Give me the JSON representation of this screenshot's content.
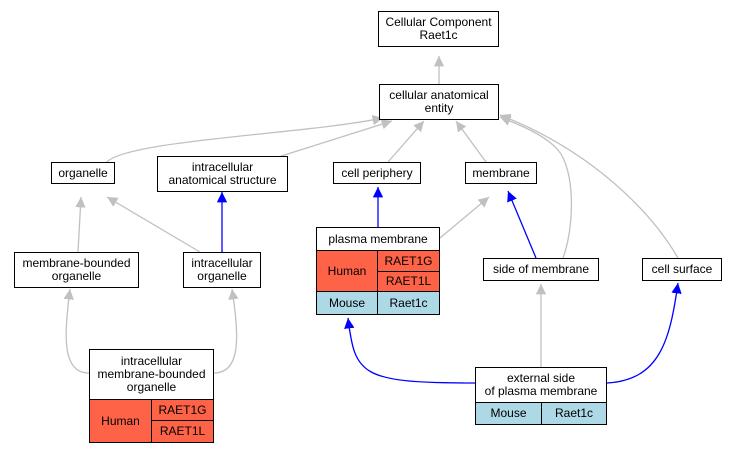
{
  "nodes": {
    "cc_root": "Cellular Component\nRaet1c",
    "anatomical_entity": "cellular anatomical\nentity",
    "organelle": "organelle",
    "intracellular_structure": "intracellular\nanatomical structure",
    "cell_periphery": "cell periphery",
    "membrane": "membrane",
    "membrane_bounded_organelle": "membrane-bounded\norganelle",
    "intracellular_organelle": "intracellular\norganelle",
    "side_of_membrane": "side of membrane",
    "cell_surface": "cell surface"
  },
  "plasma_membrane": {
    "title": "plasma membrane",
    "human_label": "Human",
    "human_genes": [
      "RAET1G",
      "RAET1L"
    ],
    "mouse_label": "Mouse",
    "mouse_genes": [
      "Raet1c"
    ]
  },
  "intracellular_mbo": {
    "title": "intracellular\nmembrane-bounded\norganelle",
    "human_label": "Human",
    "human_genes": [
      "RAET1G",
      "RAET1L"
    ]
  },
  "external_side": {
    "title": "external side\nof plasma membrane",
    "mouse_label": "Mouse",
    "mouse_genes": [
      "Raet1c"
    ]
  },
  "colors": {
    "human": "#ff6347",
    "mouse": "#add8e6",
    "edge_is_a": "#c0c0c0",
    "edge_part_of": "#0000ff"
  }
}
